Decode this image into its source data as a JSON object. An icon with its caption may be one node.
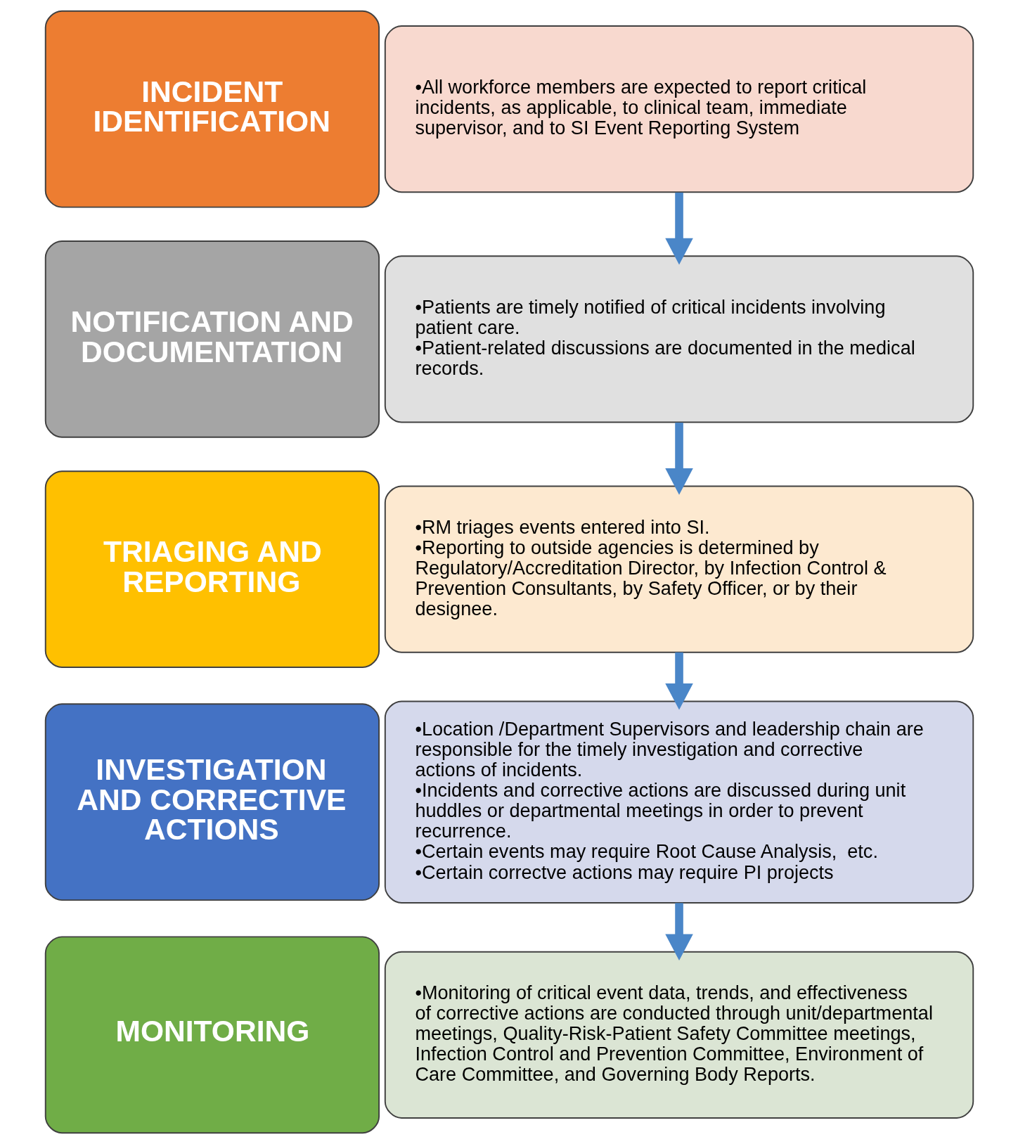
{
  "diagram": {
    "nodes": [
      {
        "text": [
          "INCIDENT IDENTIFICATION"
        ]
      },
      {
        "text": [
          "•All workforce members are expected to report critical incidents, as applicable, to clinical team, immediate supervisor, and to SI Event Reporting System"
        ]
      },
      {
        "text": [
          "NOTIFICATION AND DOCUMENTATION"
        ]
      },
      {
        "text": [
          "•Patients are timely notified of critical incidents involving patient care.",
          "•Patient-related discussions are documented in the medical records."
        ]
      },
      {
        "text": [
          "TRIAGING AND REPORTING"
        ]
      },
      {
        "text": [
          "•RM triages events entered into SI.",
          "•Reporting to outside agencies is determined by Regulatory/Accreditation Director, by Infection Control & Prevention Consultants, by Safety Officer, or by their designee."
        ]
      },
      {
        "text": [
          "INVESTIGATION AND CORRECTIVE ACTIONS"
        ]
      },
      {
        "text": [
          "•Location /Department Supervisors and leadership chain are responsible for the timely investigation and corrective actions of incidents.",
          "•Incidents and corrective actions are discussed during unit huddles or departmental meetings in order to prevent recurrence.",
          "•Certain events may require Root Cause Analysis,  etc.",
          "•Certain correctve actions may require PI projects"
        ]
      },
      {
        "text": [
          "MONITORING"
        ]
      },
      {
        "text": [
          "•Monitoring of critical event data, trends, and effectiveness of corrective actions are conducted through unit/departmental meetings, Quality-Risk-Patient Safety Committee meetings, Infection Control and Prevention Committee, Environment of Care Committee, and Governing Body Reports."
        ]
      }
    ],
    "edges": [
      {
        "from": 1,
        "to": 3,
        "arrow": "to"
      },
      {
        "from": 3,
        "to": 5,
        "arrow": "to"
      },
      {
        "from": 5,
        "to": 7,
        "arrow": "to"
      },
      {
        "from": 7,
        "to": 9,
        "arrow": "to"
      }
    ]
  }
}
